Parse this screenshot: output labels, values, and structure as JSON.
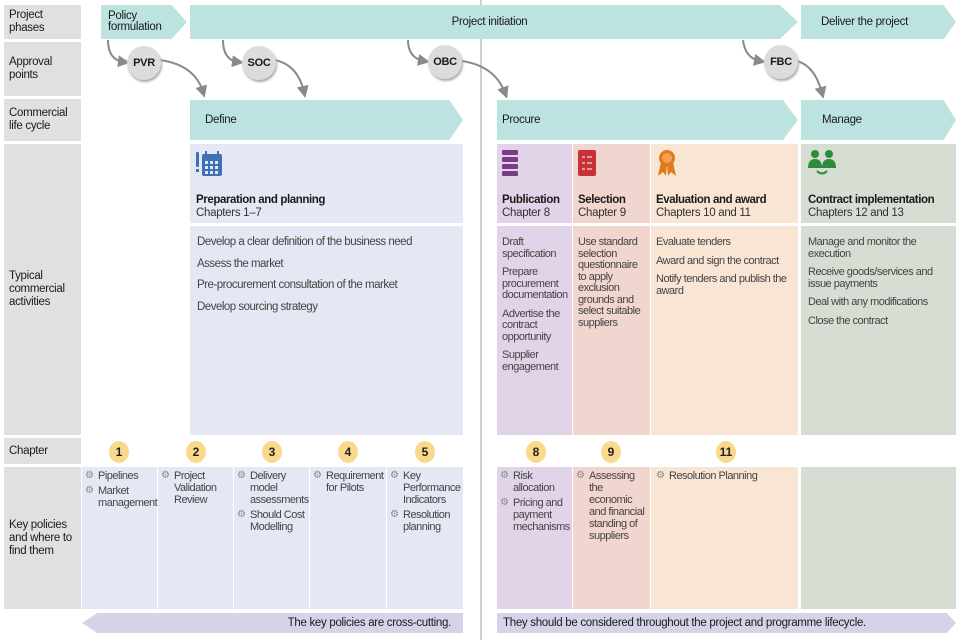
{
  "row_labels": {
    "phases": "Project phases",
    "approval": "Approval points",
    "lifecycle": "Commercial life cycle",
    "activities": "Typical commercial activities",
    "chapter": "Chapter",
    "policies": "Key policies and where to find them"
  },
  "phases": [
    {
      "label": "Policy formulation"
    },
    {
      "label": ""
    },
    {
      "label": "Project initiation"
    },
    {
      "label": "Deliver the project"
    }
  ],
  "approval_points": [
    "PVR",
    "SOC",
    "OBC",
    "FBC"
  ],
  "lifecycle": [
    {
      "label": "Define"
    },
    {
      "label": "Procure"
    },
    {
      "label": "Manage"
    }
  ],
  "stages": [
    {
      "title": "Preparation and planning",
      "chapters": "Chapters 1–7",
      "icon": "calendar-icon",
      "icon_color": "#3f6fb5",
      "activities": [
        "Develop a clear definition of the business need",
        "Assess the market",
        "Pre-procurement consultation of the market",
        "Develop sourcing strategy"
      ]
    },
    {
      "title": "Publication",
      "chapters": "Chapter 8",
      "icon": "books-icon",
      "icon_color": "#7b3c86",
      "activities": [
        "Draft specification",
        "Prepare procurement documentation",
        "Advertise the contract opportunity",
        "Supplier engagement"
      ]
    },
    {
      "title": "Selection",
      "chapters": "Chapter 9",
      "icon": "checklist-icon",
      "icon_color": "#c8303a",
      "activities": [
        "Use standard selection questionnaire to apply exclusion grounds and select suitable suppliers"
      ]
    },
    {
      "title": "Evaluation and award",
      "chapters": "Chapters 10 and 11",
      "icon": "award-ribbon-icon",
      "icon_color": "#e07b1c",
      "activities": [
        "Evaluate tenders",
        "Award and sign the contract",
        "Notify tenders and publish the award"
      ]
    },
    {
      "title": "Contract implementation",
      "chapters": "Chapters 12 and 13",
      "icon": "people-exchange-icon",
      "icon_color": "#2e8b3a",
      "activities": [
        "Manage and monitor the execution",
        "Receive goods/services and issue payments",
        "Deal with any modifications",
        "Close the contract"
      ]
    }
  ],
  "chapters": [
    {
      "num": "1",
      "policies": [
        "Pipelines",
        "Market management"
      ]
    },
    {
      "num": "2",
      "policies": [
        "Project Validation Review"
      ]
    },
    {
      "num": "3",
      "policies": [
        "Delivery model assessments",
        "Should Cost Modelling"
      ]
    },
    {
      "num": "4",
      "policies": [
        "Requirement for Pilots"
      ]
    },
    {
      "num": "5",
      "policies": [
        "Key Performance Indicators",
        "Resolution planning"
      ]
    },
    {
      "num": "8",
      "policies": [
        "Risk allocation",
        "Pricing and payment mechanisms"
      ]
    },
    {
      "num": "9",
      "policies": [
        "Assessing the economic and financial standing of suppliers"
      ]
    },
    {
      "num": "11",
      "policies": [
        "Resolution Planning"
      ]
    }
  ],
  "footer": {
    "left": "The key policies are cross-cutting.",
    "right": "They should be considered throughout the project and programme lifecycle."
  },
  "colors": {
    "teal": "#bde3e1",
    "define_bg": "#e4e7f4",
    "publication_bg": "#e2d4e8",
    "selection_bg": "#f1d5cf",
    "evaluation_bg": "#f8e5d3",
    "manage_bg": "#d6ddd3",
    "badge": "#fbd98c"
  }
}
